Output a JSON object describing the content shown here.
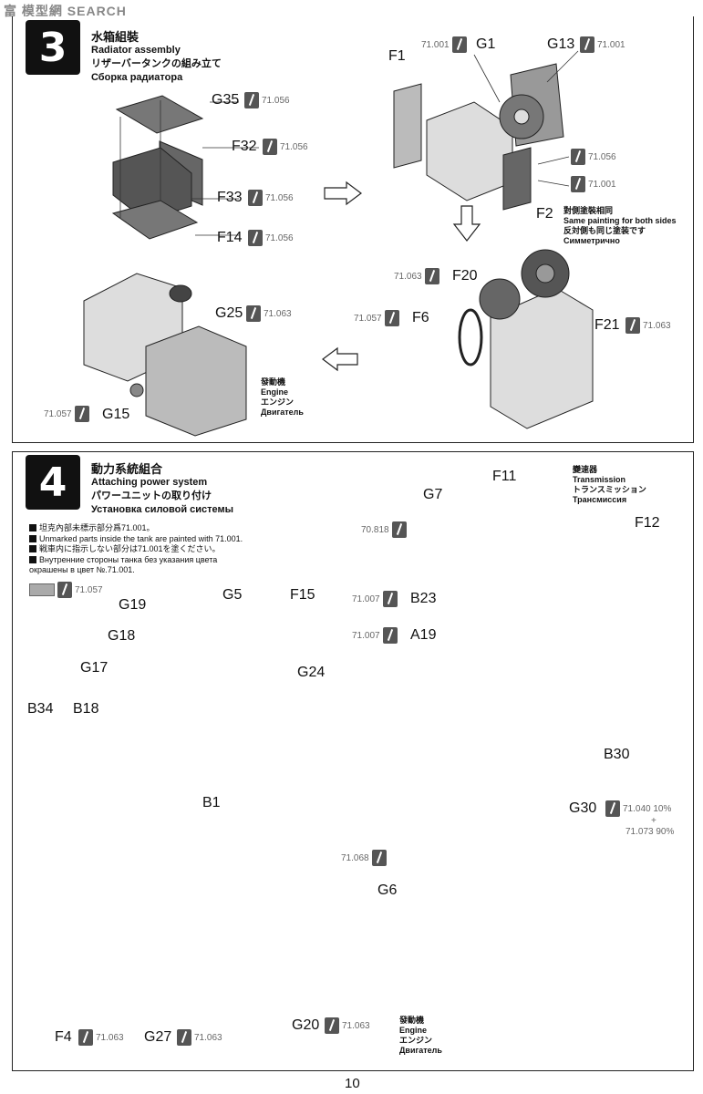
{
  "watermark": {
    "brand": "富 模型網",
    "word": "SEARCH"
  },
  "step3": {
    "number": "3",
    "title_zh": "水箱組裝",
    "title_en": "Radiator assembly",
    "title_jp": "リザーバータンクの組み立て",
    "title_ru": "Сборка радиатора",
    "parts": [
      {
        "label": "G35",
        "code": "71.056"
      },
      {
        "label": "F32",
        "code": "71.056"
      },
      {
        "label": "F33",
        "code": "71.056"
      },
      {
        "label": "F14",
        "code": "71.056"
      },
      {
        "label": "G25",
        "code": "71.063"
      },
      {
        "label": "G15",
        "code": "71.057"
      },
      {
        "label": "F1",
        "code": ""
      },
      {
        "label": "G1",
        "code": "71.001"
      },
      {
        "label": "G13",
        "code": "71.001"
      },
      {
        "label": "F2",
        "code": ""
      },
      {
        "label": "F20",
        "code": "71.063"
      },
      {
        "label": "F6",
        "code": "71.057"
      },
      {
        "label": "F21",
        "code": "71.063"
      }
    ],
    "side_codes": [
      "71.056",
      "71.001"
    ],
    "f2_note": [
      "對側塗裝相同",
      "Same painting for both sides",
      "反対側も同じ塗装です",
      "Симметрично"
    ],
    "engine_label": [
      "發動機",
      "Engine",
      "エンジン",
      "Двигатель"
    ]
  },
  "step4": {
    "number": "4",
    "title_zh": "動力系統組合",
    "title_en": "Attaching power system",
    "title_jp": "パワーユニットの取り付け",
    "title_ru": "Установка силовой системы",
    "notes": [
      "坦克內部未標示部分爲71.001。",
      "Unmarked parts inside the tank are painted with 71.001.",
      "戦車内に指示しない部分は71.001を塗ください。",
      "Внутренние стороны танка без указания цвета",
      "окрашены в цвет №.71.001."
    ],
    "swatch_code": "71.057",
    "parts": [
      {
        "label": "G19"
      },
      {
        "label": "G5"
      },
      {
        "label": "F15"
      },
      {
        "label": "G18"
      },
      {
        "label": "G17"
      },
      {
        "label": "G24"
      },
      {
        "label": "B34"
      },
      {
        "label": "B18"
      },
      {
        "label": "B1"
      },
      {
        "label": "F11"
      },
      {
        "label": "G7"
      },
      {
        "label": "F12"
      },
      {
        "label": "B23"
      },
      {
        "label": "A19"
      },
      {
        "label": "B30"
      },
      {
        "label": "G30"
      },
      {
        "label": "G6"
      },
      {
        "label": "F4"
      },
      {
        "label": "G27"
      },
      {
        "label": "G20"
      }
    ],
    "codes": {
      "g7": "70.818",
      "b23": "71.007",
      "a19": "71.007",
      "g30a": "71.040 10%",
      "plus": "+",
      "g30b": "71.073 90%",
      "g6": "71.068",
      "f4": "71.063",
      "g27": "71.063",
      "g20": "71.063"
    },
    "transmission_label": [
      "變速器",
      "Transmission",
      "トランスミッション",
      "Трансмиссия"
    ],
    "engine_label": [
      "發動機",
      "Engine",
      "エンジン",
      "Двигатель"
    ]
  },
  "page_number": "10"
}
